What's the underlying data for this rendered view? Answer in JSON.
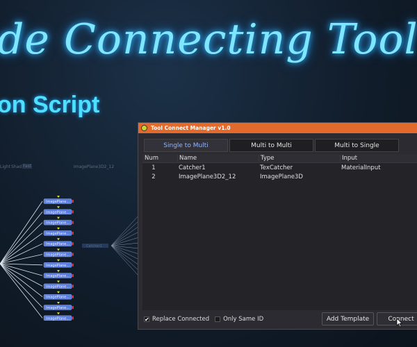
{
  "video": {
    "title": "de Connecting Tool",
    "subtitle": "on Script"
  },
  "node_editor": {
    "labels": [
      "Light",
      "Shad",
      "Fast",
      "ImagePlane3D2_12"
    ],
    "node_label": "ImagePlane...",
    "node_count": 12,
    "catcher_label": "Catcher1",
    "colors": {
      "node": "#5a7ee0",
      "wire": "#dfe6ee",
      "output": "#d0303a",
      "input": "#e8d830"
    }
  },
  "dialog": {
    "title": "Tool Connect Manager v1.0",
    "title_bar_color": "#e26a2c",
    "tabs": [
      {
        "label": "Single to Multi",
        "active": true
      },
      {
        "label": "Multi to Multi",
        "active": false
      },
      {
        "label": "Multi to Single",
        "active": false
      }
    ],
    "table": {
      "headers": [
        "Num",
        "Name",
        "Type",
        "Input"
      ],
      "rows": [
        [
          "1",
          "Catcher1",
          "TexCatcher",
          "MaterialInput"
        ],
        [
          "2",
          "ImagePlane3D2_12",
          "ImagePlane3D",
          ""
        ]
      ]
    },
    "replace_connected": {
      "label": "Replace Connected",
      "checked": true
    },
    "only_same_id": {
      "label": "Only Same ID",
      "checked": false
    },
    "add_template_label": "Add Template",
    "connect_label": "Connect"
  }
}
